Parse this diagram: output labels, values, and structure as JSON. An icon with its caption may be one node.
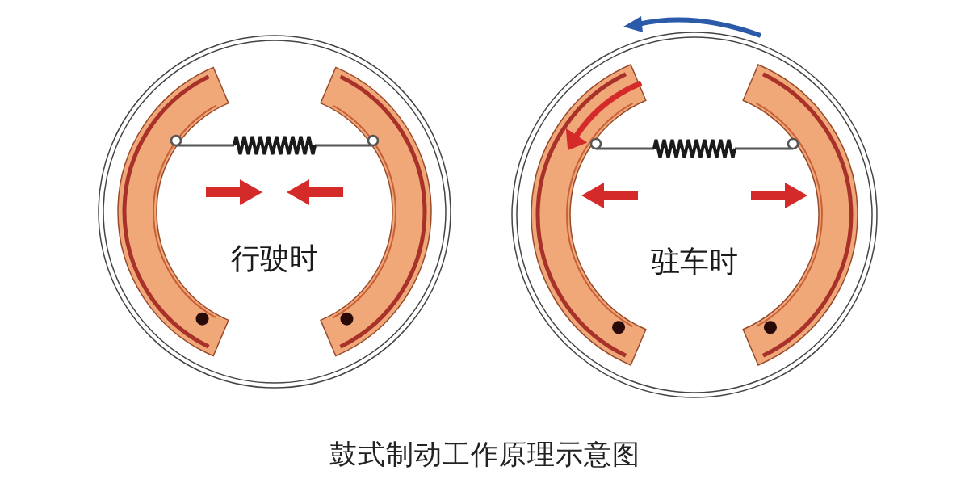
{
  "diagram": {
    "caption": "鼓式制动工作原理示意图",
    "labels": [
      "行驶时",
      "驻车时"
    ]
  }
}
